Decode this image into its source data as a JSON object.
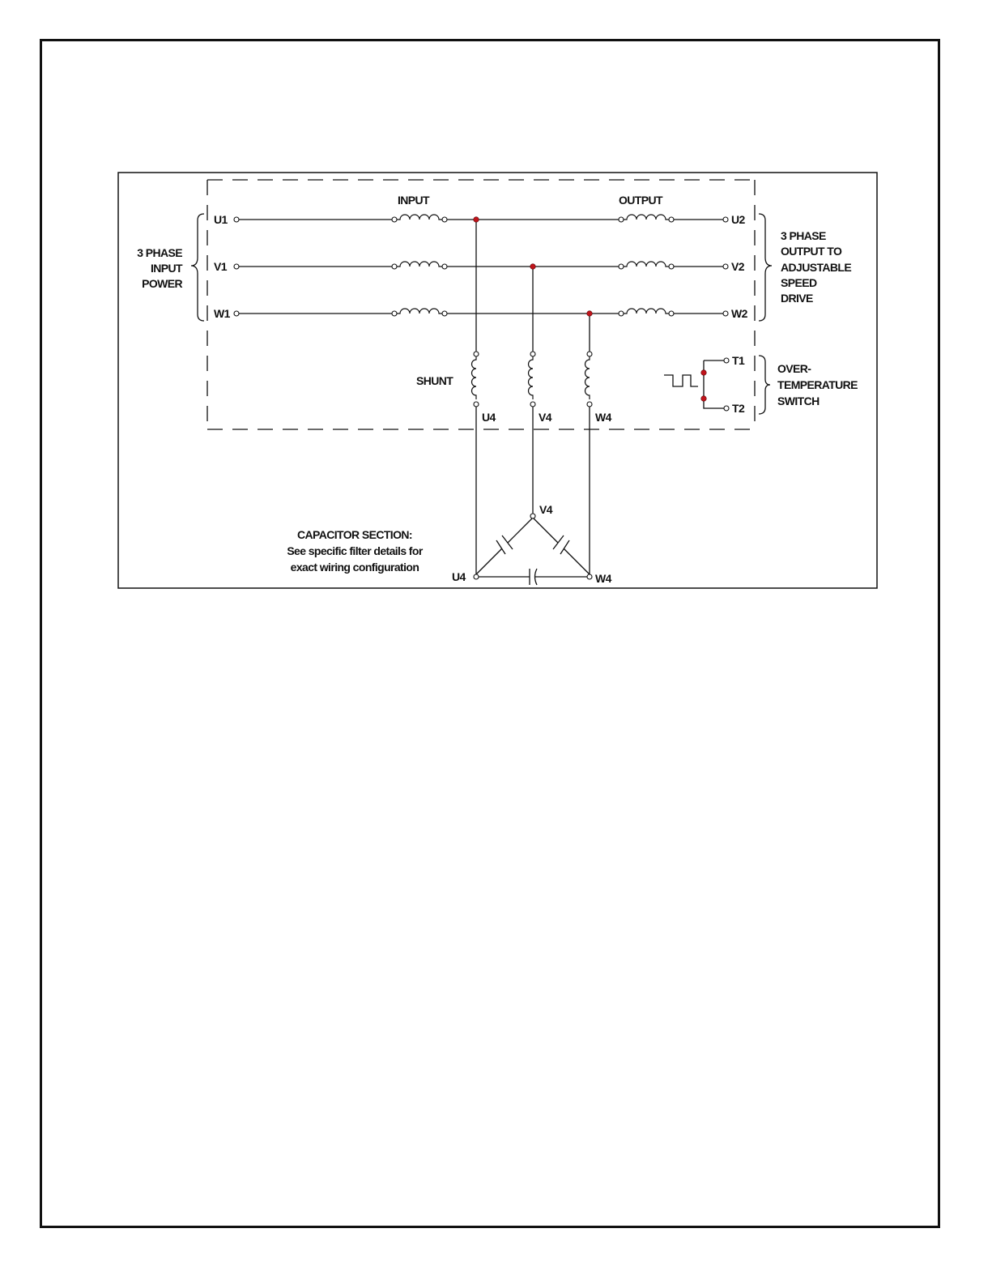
{
  "labels": {
    "input": "INPUT",
    "output": "OUTPUT",
    "shunt": "SHUNT",
    "input_power": [
      "3 PHASE",
      "INPUT",
      "POWER"
    ],
    "output_power": [
      "3 PHASE",
      "OUTPUT TO",
      "ADJUSTABLE",
      "SPEED",
      "DRIVE"
    ],
    "over_temp": [
      "OVER-",
      "TEMPERATURE",
      "SWITCH"
    ],
    "capacitor_note": [
      "CAPACITOR SECTION:",
      "See specific filter details for",
      "exact wiring configuration"
    ]
  },
  "terminals": {
    "u1": "U1",
    "v1": "V1",
    "w1": "W1",
    "u2": "U2",
    "v2": "V2",
    "w2": "W2",
    "t1": "T1",
    "t2": "T2",
    "u4": "U4",
    "v4": "V4",
    "w4": "W4"
  },
  "colors": {
    "junction": "#c0141b",
    "line": "#111111"
  }
}
